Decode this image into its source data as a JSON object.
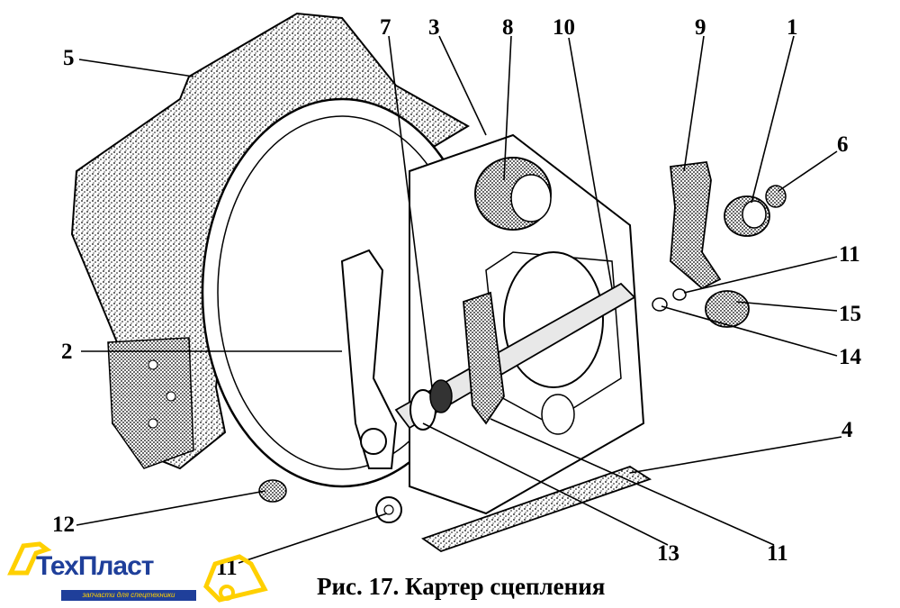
{
  "caption": "Рис. 17. Картер сцепления",
  "callouts": [
    {
      "id": "c5",
      "text": "5"
    },
    {
      "id": "c7",
      "text": "7"
    },
    {
      "id": "c3",
      "text": "3"
    },
    {
      "id": "c8",
      "text": "8"
    },
    {
      "id": "c10",
      "text": "10"
    },
    {
      "id": "c9",
      "text": "9"
    },
    {
      "id": "c1",
      "text": "1"
    },
    {
      "id": "c6",
      "text": "6"
    },
    {
      "id": "c11a",
      "text": "11"
    },
    {
      "id": "c15",
      "text": "15"
    },
    {
      "id": "c14",
      "text": "14"
    },
    {
      "id": "c2",
      "text": "2"
    },
    {
      "id": "c4",
      "text": "4"
    },
    {
      "id": "c12",
      "text": "12"
    },
    {
      "id": "c11b",
      "text": "11"
    },
    {
      "id": "c13",
      "text": "13"
    },
    {
      "id": "c11c",
      "text": "11"
    }
  ],
  "logo": {
    "part1": "Тех",
    "part2": "Пласт",
    "tagline": "запчасти для спецтехники",
    "brand_color": "#1f3f9a",
    "accent_color": "#ffd000"
  }
}
